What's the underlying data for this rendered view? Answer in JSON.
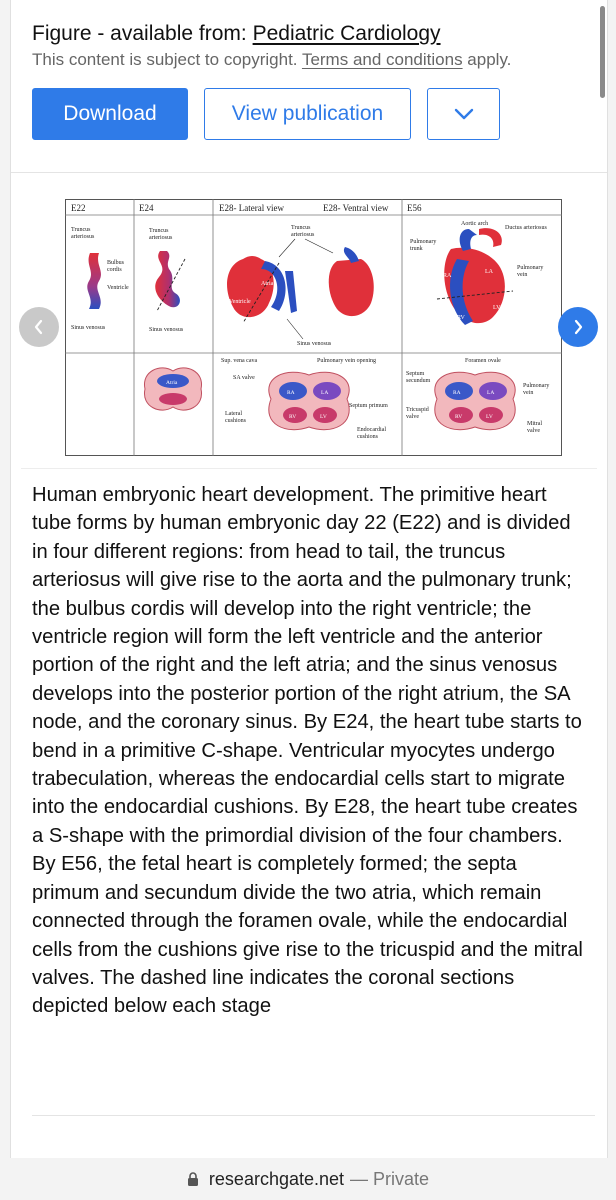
{
  "header": {
    "prefix": "Figure - available from: ",
    "source": "Pediatric Cardiology",
    "notice_prefix": "This content is subject to copyright. ",
    "terms": "Terms and conditions",
    "notice_suffix": " apply."
  },
  "actions": {
    "download": "Download",
    "view": "View publication",
    "more_icon": "chevron-down-icon"
  },
  "figure": {
    "stages": {
      "e22": "E22",
      "e24": "E24",
      "e28_lateral": "E28- Lateral view",
      "e28_ventral": "E28- Ventral view",
      "e56": "E56"
    },
    "labels": {
      "truncus_1": "Truncus",
      "truncus_2": "arteriosus",
      "bulbus_1": "Bulbus",
      "bulbus_2": "cordis",
      "ventricle": "Ventricle",
      "sinus": "Sinus venosus",
      "atria": "Atria",
      "aortic_arch": "Aortic arch",
      "ductus": "Ductus arteriosus",
      "pulm_trunk_1": "Pulmonary",
      "pulm_trunk_2": "trunk",
      "pulm_vein_1": "Pulmonary",
      "pulm_vein_2": "vein",
      "ra": "RA",
      "la": "LA",
      "rv": "RV",
      "lv": "LV",
      "sup_vena_cava": "Sup. vena cava",
      "sa_valve": "SA valve",
      "pulm_vein_opening": "Pulmonary vein opening",
      "septum_primum": "Septum primum",
      "lateral_1": "Lateral",
      "lateral_2": "cushions",
      "endocardial_1": "Endocardial",
      "endocardial_2": "cushions",
      "foramen": "Foramen ovale",
      "septum_sec_1": "Septum",
      "septum_sec_2": "secundum",
      "tricuspid_1": "Tricuspid",
      "tricuspid_2": "valve",
      "mitral_1": "Mitral",
      "mitral_2": "valve"
    }
  },
  "carousel": {
    "prev_icon": "chevron-left-icon",
    "next_icon": "chevron-right-icon"
  },
  "caption": "Human embryonic heart development. The primitive heart tube forms by human embryonic day 22 (E22) and is divided in four different regions: from head to tail, the truncus arteriosus will give rise to the aorta and the pulmonary trunk; the bulbus cordis will develop into the right ventricle; the ventricle region will form the left ventricle and the anterior portion of the right and the left atria; and the sinus venosus develops into the posterior portion of the right atrium, the SA node, and the coronary sinus. By E24, the heart tube starts to bend in a primitive C-shape. Ventricular myocytes undergo trabeculation, whereas the endocardial cells start to migrate into the endocardial cushions. By E28, the heart tube creates a S-shape with the primordial division of the four chambers. By E56, the fetal heart is completely formed; the septa primum and secundum divide the two atria, which remain connected through the foramen ovale, while the endocardial cells from the cushions give rise to the tricuspid and the mitral valves. The dashed line indicates the coronal sections depicted below each stage",
  "browser": {
    "lock_icon": "lock-icon",
    "domain": "researchgate.net",
    "separator": " — ",
    "mode": "Private"
  }
}
